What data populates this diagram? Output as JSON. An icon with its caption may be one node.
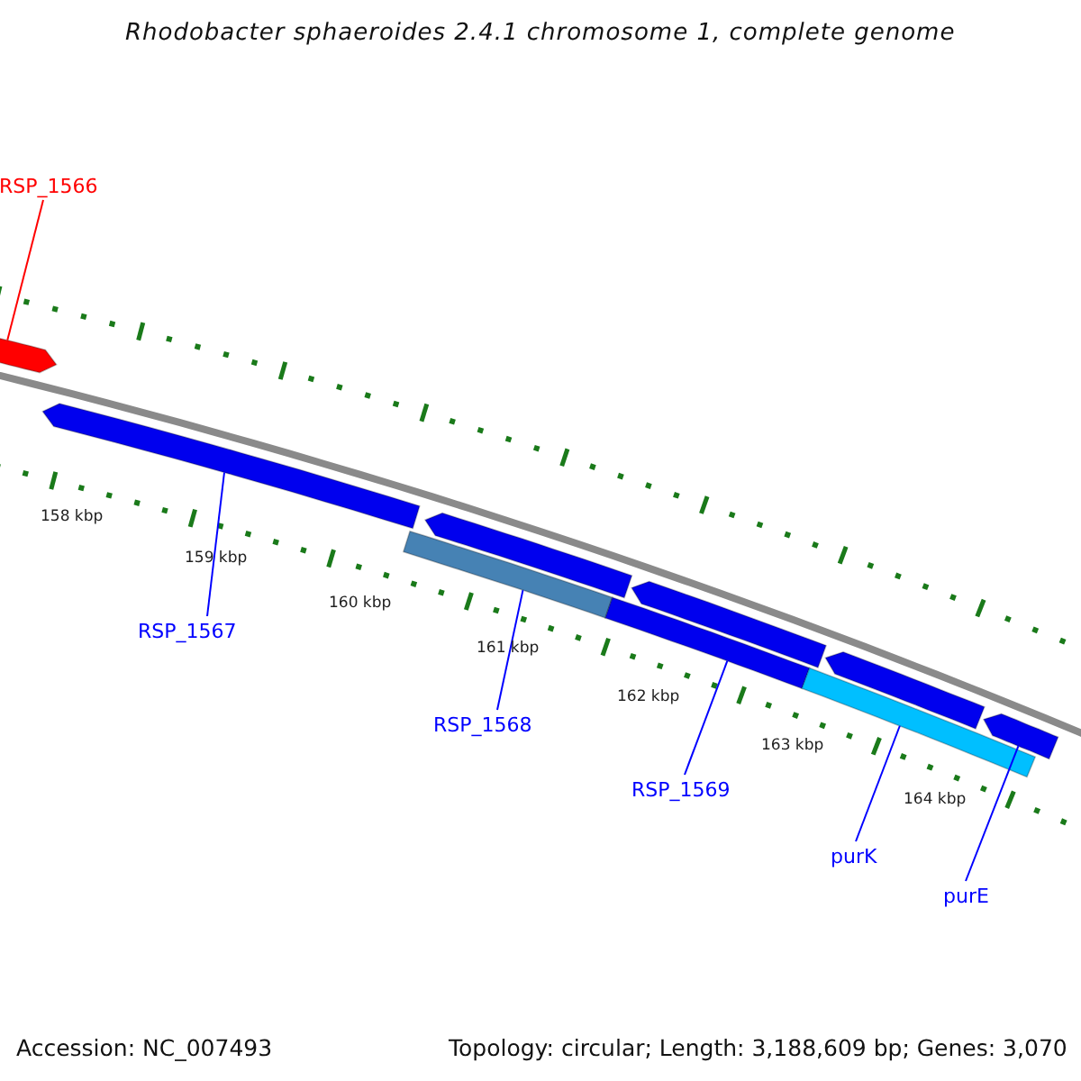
{
  "diagram": {
    "title": "Rhodobacter sphaeroides 2.4.1 chromosome 1, complete genome",
    "nodes": [
      {
        "text": [
          "RSP_1566"
        ]
      },
      {
        "text": [],
        "shape": "bar"
      },
      {
        "text": [
          "RSP_1567"
        ]
      },
      {
        "text": [],
        "shape": "bar"
      },
      {
        "text": [],
        "shape": "bar"
      },
      {
        "text": [
          "RSP_1568"
        ]
      },
      {
        "text": [],
        "shape": "bar"
      },
      {
        "text": [],
        "shape": "bar"
      },
      {
        "text": [
          "RSP_1569"
        ]
      },
      {
        "text": [],
        "shape": "bar"
      },
      {
        "text": [],
        "shape": "bar"
      },
      {
        "text": [
          "purK"
        ]
      },
      {
        "text": [],
        "shape": "bar"
      },
      {
        "text": [],
        "shape": "bar"
      },
      {
        "text": [
          "purE"
        ]
      }
    ],
    "edges": [
      {
        "from": 0,
        "to": 1,
        "arrow": "none",
        "color": "#ff0000"
      },
      {
        "from": 2,
        "to": 3,
        "arrow": "none"
      },
      {
        "from": 5,
        "to": 6,
        "arrow": "none"
      },
      {
        "from": 8,
        "to": 9,
        "arrow": "none"
      },
      {
        "from": 11,
        "to": 12,
        "arrow": "none"
      },
      {
        "from": 14,
        "to": 13,
        "arrow": "none"
      }
    ],
    "labels": [
      "158 kbp",
      "159 kbp",
      "160 kbp",
      "161 kbp",
      "162 kbp",
      "163 kbp",
      "164 kbp",
      "Accession: NC_007493",
      "Topology: circular; Length: 3,188,609 bp; Genes: 3,070"
    ]
  }
}
